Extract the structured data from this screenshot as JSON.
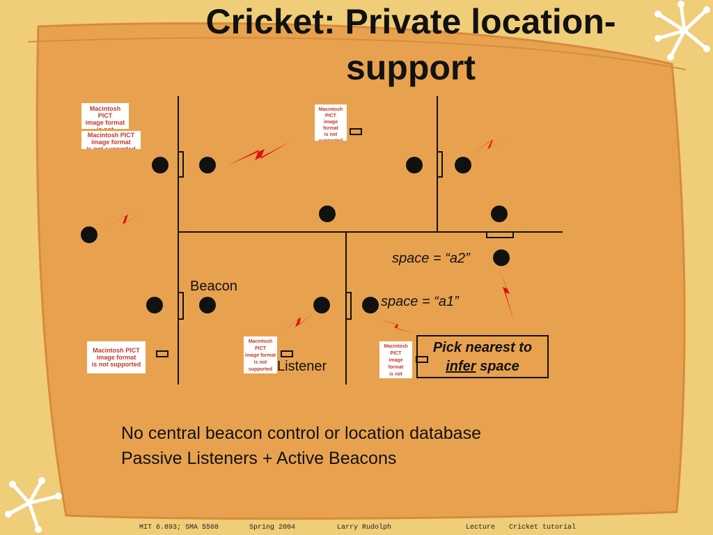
{
  "title_line1": "Cricket: Private location-",
  "title_line2": "support",
  "labels": {
    "space_a2": "space = “a2”",
    "space_a1": "space = “a1”",
    "beacon": "Beacon",
    "listener": "Listener",
    "pick_line1": "Pick nearest to",
    "pick_infer": "infer",
    "pick_space": " space"
  },
  "pict_placeholder": {
    "line1": "Macintosh PICT",
    "line2": "image format",
    "line3": "is not supported"
  },
  "bullets": [
    "No central beacon control or location database",
    "Passive Listeners + Active Beacons"
  ],
  "footer": {
    "course": "MIT 6.893; SMA 5508",
    "term": "Spring 2004",
    "author": "Larry Rudolph",
    "type": "Lecture",
    "topic": "Cricket tutorial"
  },
  "colors": {
    "background": "#f0cd78",
    "panel": "#e8a24f",
    "bolt": "#e01010",
    "ink": "#111111"
  }
}
